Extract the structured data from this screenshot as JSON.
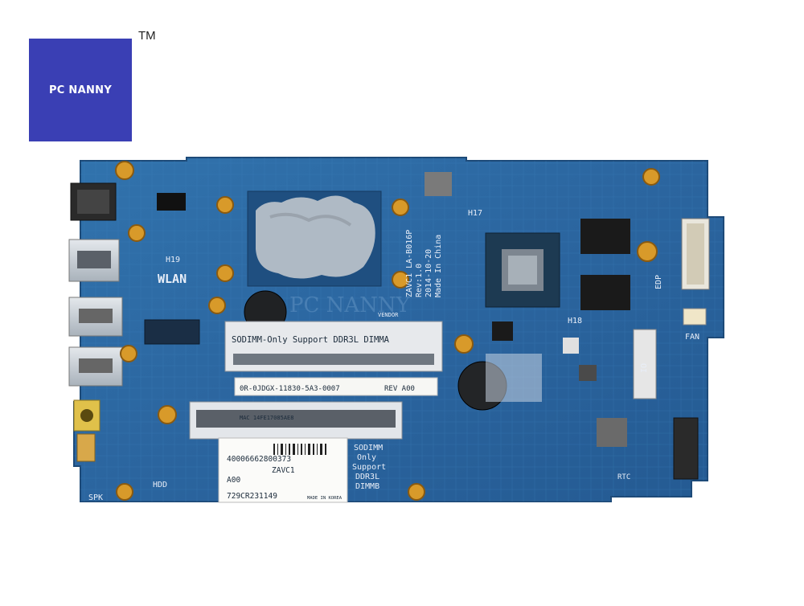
{
  "logo": {
    "text": "PC NANNY",
    "tm": "TM",
    "color": "#3a3fb4"
  },
  "board": {
    "color": "#2e69a4",
    "model_silk": "ZAVC1 LA-B016P",
    "rev_silk": "Rev:1.0",
    "date_silk": "2014-10-20",
    "made_silk": "Made In China",
    "watermark": "PC NANNY",
    "labels": {
      "wlan": "WLAN",
      "h19": "H19",
      "h17": "H17",
      "h18": "H18",
      "edp": "EDP",
      "fan": "FAN",
      "io": "IO",
      "hdd": "HDD",
      "spk": "SPK",
      "rtc": "RTC",
      "vendor": "VENDOR",
      "dimma": "SODIMM-Only Support DDR3L DIMMA",
      "dimmb_1": "SODIMM",
      "dimmb_2": "Only",
      "dimmb_3": "Support",
      "dimmb_4": "DDR3L",
      "dimmb_5": "DIMMB"
    },
    "stickers": {
      "serial_top": "0R-0JDGX-11830-5A3-0007",
      "rev_top": "REV A00",
      "mac": "MAC 14FE17085AE8",
      "barcode_num": "40006662800373",
      "sticker_id": "ZAVC1",
      "sticker_rev": "A00",
      "bottom_code": "729CR231149",
      "made_in": "MADE IN KOREA"
    }
  }
}
